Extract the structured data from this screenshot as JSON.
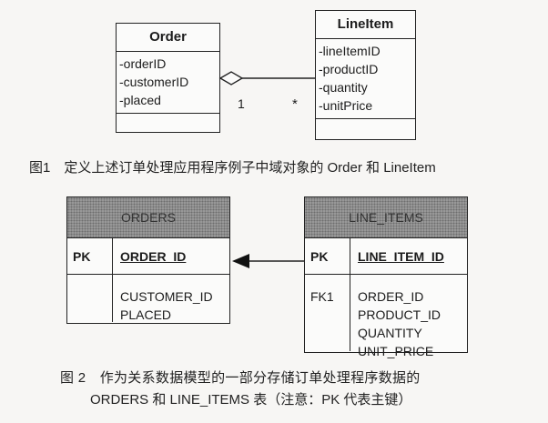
{
  "figure1": {
    "order": {
      "name": "Order",
      "attributes": [
        "-orderID",
        "-customerID",
        "-placed"
      ]
    },
    "lineitem": {
      "name": "LineItem",
      "attributes": [
        "-lineItemID",
        "-productID",
        "-quantity",
        "-unitPrice"
      ]
    },
    "association": {
      "order_multiplicity": "1",
      "lineitem_multiplicity": "*"
    },
    "caption": "图1　定义上述订单处理应用程序例子中域对象的 Order 和 LineItem"
  },
  "figure2": {
    "orders": {
      "name": "ORDERS",
      "pk_label": "PK",
      "pk_field": "ORDER_ID",
      "fk_label": "",
      "fields": [
        "CUSTOMER_ID",
        "PLACED"
      ]
    },
    "line_items": {
      "name": "LINE_ITEMS",
      "pk_label": "PK",
      "pk_field": "LINE_ITEM_ID",
      "fk_label": "FK1",
      "fields": [
        "ORDER_ID",
        "PRODUCT_ID",
        "QUANTITY",
        "UNIT_PRICE"
      ]
    },
    "caption_line1": "图 2　作为关系数据模型的一部分存储订单处理程序数据的",
    "caption_line2": "ORDERS 和 LINE_ITEMS 表（注意：PK 代表主键）"
  }
}
